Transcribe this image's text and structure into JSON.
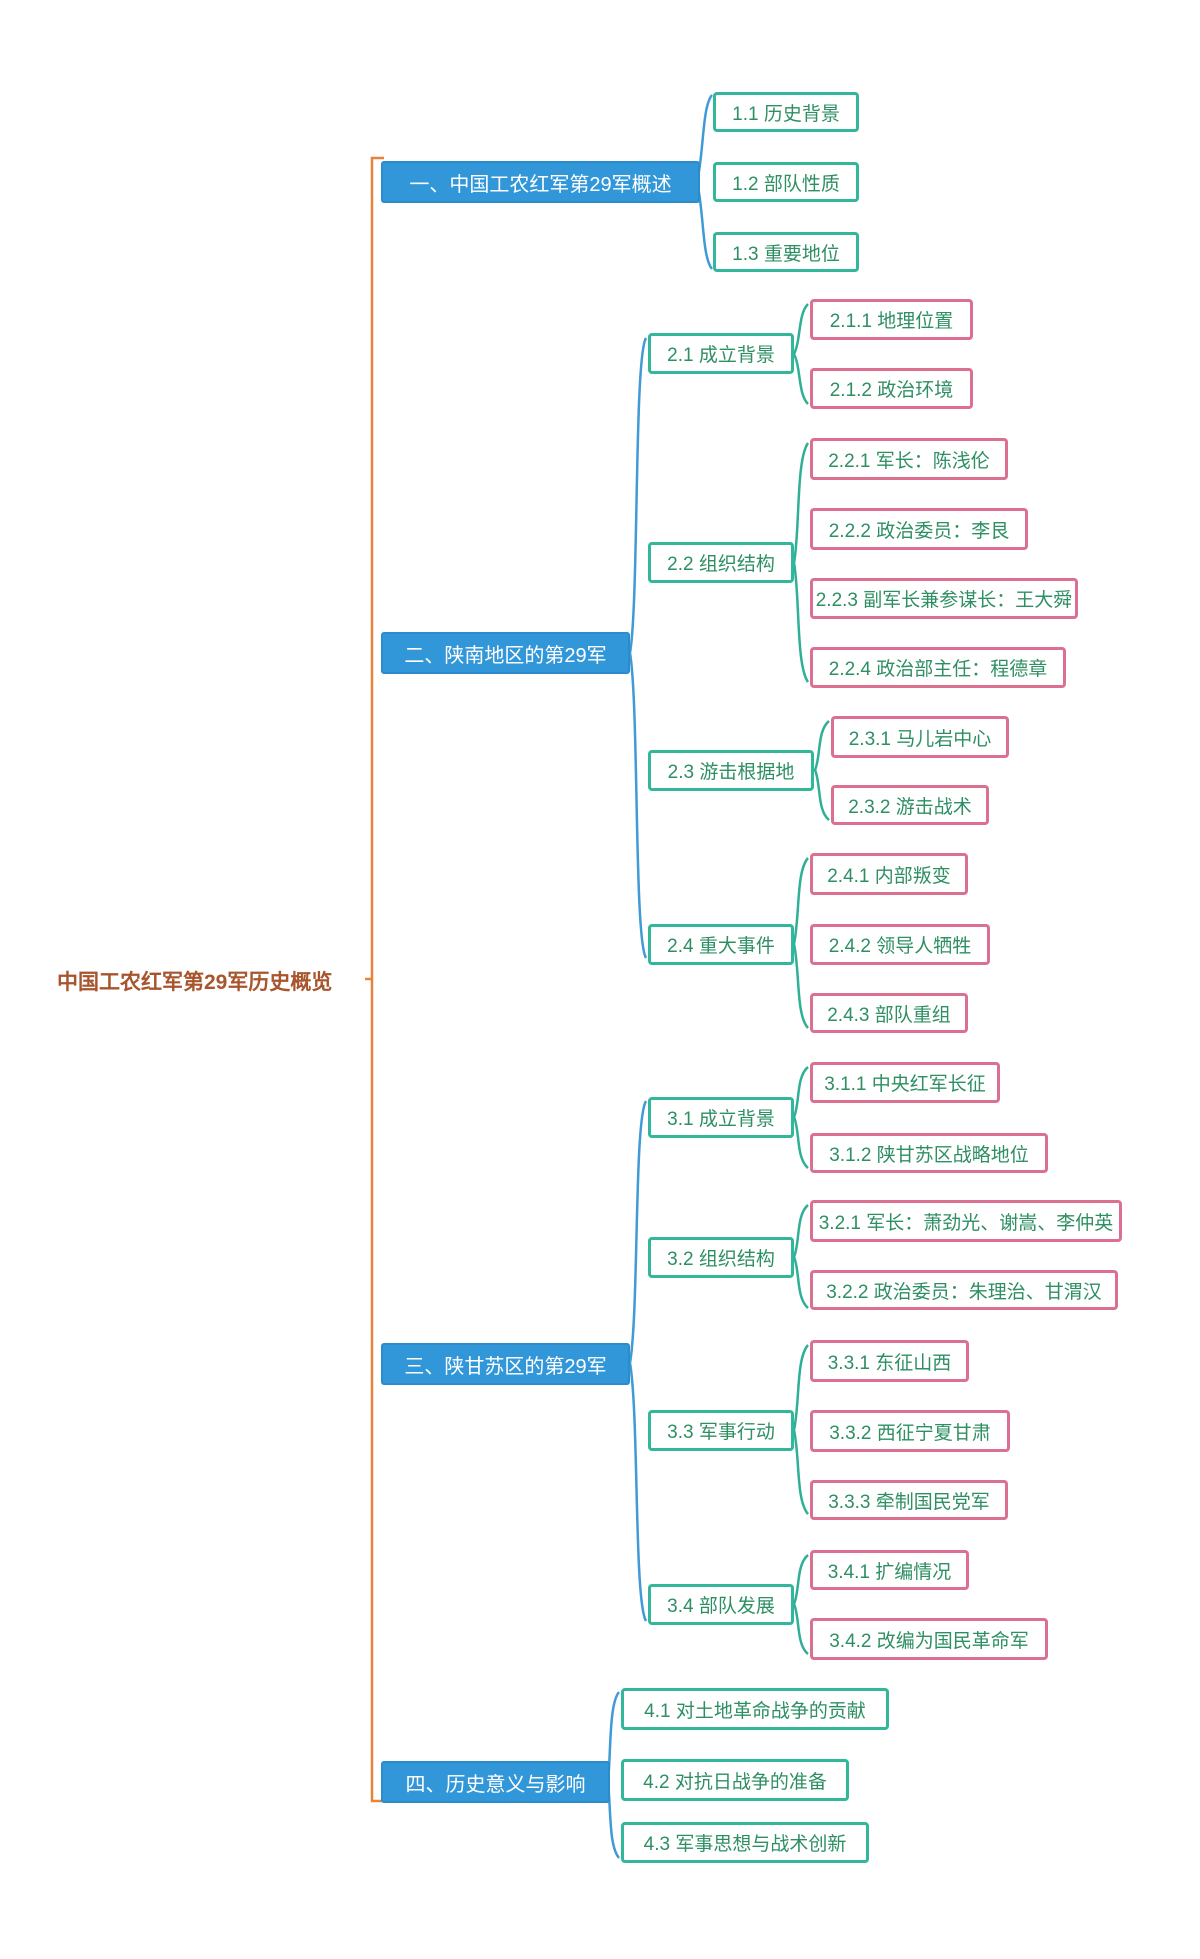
{
  "root": {
    "label": "中国工农红军第29军历史概览"
  },
  "branches": [
    {
      "label": "一、中国工农红军第29军概述",
      "children": [
        {
          "label": "1.1 历史背景"
        },
        {
          "label": "1.2 部队性质"
        },
        {
          "label": "1.3 重要地位"
        }
      ]
    },
    {
      "label": "二、陕南地区的第29军",
      "children": [
        {
          "label": "2.1 成立背景",
          "children": [
            {
              "label": "2.1.1 地理位置"
            },
            {
              "label": "2.1.2 政治环境"
            }
          ]
        },
        {
          "label": "2.2 组织结构",
          "children": [
            {
              "label": "2.2.1 军长：陈浅伦"
            },
            {
              "label": "2.2.2 政治委员：李艮"
            },
            {
              "label": "2.2.3 副军长兼参谋长：王大舜"
            },
            {
              "label": "2.2.4 政治部主任：程德章"
            }
          ]
        },
        {
          "label": "2.3 游击根据地",
          "children": [
            {
              "label": "2.3.1 马儿岩中心"
            },
            {
              "label": "2.3.2 游击战术"
            }
          ]
        },
        {
          "label": "2.4 重大事件",
          "children": [
            {
              "label": "2.4.1 内部叛变"
            },
            {
              "label": "2.4.2 领导人牺牲"
            },
            {
              "label": "2.4.3 部队重组"
            }
          ]
        }
      ]
    },
    {
      "label": "三、陕甘苏区的第29军",
      "children": [
        {
          "label": "3.1 成立背景",
          "children": [
            {
              "label": "3.1.1 中央红军长征"
            },
            {
              "label": "3.1.2 陕甘苏区战略地位"
            }
          ]
        },
        {
          "label": "3.2 组织结构",
          "children": [
            {
              "label": "3.2.1 军长：萧劲光、谢嵩、李仲英"
            },
            {
              "label": "3.2.2 政治委员：朱理治、甘渭汉"
            }
          ]
        },
        {
          "label": "3.3 军事行动",
          "children": [
            {
              "label": "3.3.1 东征山西"
            },
            {
              "label": "3.3.2 西征宁夏甘肃"
            },
            {
              "label": "3.3.3 牵制国民党军"
            }
          ]
        },
        {
          "label": "3.4 部队发展",
          "children": [
            {
              "label": "3.4.1 扩编情况"
            },
            {
              "label": "3.4.2 改编为国民革命军"
            }
          ]
        }
      ]
    },
    {
      "label": "四、历史意义与影响",
      "children": [
        {
          "label": "4.1 对土地革命战争的贡献"
        },
        {
          "label": "4.2 对抗日战争的准备"
        },
        {
          "label": "4.3 军事思想与战术创新"
        }
      ]
    }
  ],
  "colors": {
    "root_text": "#A8542C",
    "root_bracket": "#E8833C",
    "branch_fill": "#3297D9",
    "branch_text": "#FFFFFF",
    "level2_border": "#33B79A",
    "leaf_border": "#DB7090",
    "node_text": "#2E8F63",
    "brace_blue": "#3F9AD6",
    "brace_teal": "#2FAF97"
  }
}
